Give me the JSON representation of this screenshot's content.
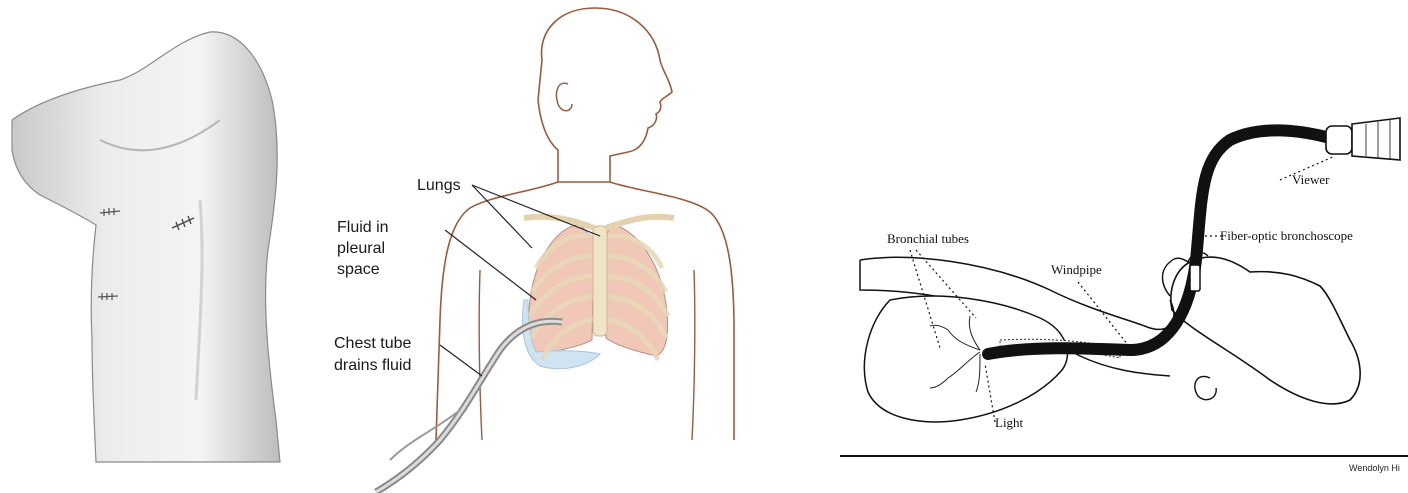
{
  "chest_panel": {
    "labels": {
      "lungs": "Lungs",
      "fluid_line1": "Fluid in",
      "fluid_line2": "pleural",
      "fluid_line3": "space",
      "tube_line1": "Chest tube",
      "tube_line2": "drains fluid"
    },
    "colors": {
      "outline": "#9c5a3c",
      "lung_fill": "#f1c7b8",
      "fluid_fill": "#cfe3f2",
      "bone": "#efe4c8"
    }
  },
  "bronchoscopy_panel": {
    "labels": {
      "viewer": "Viewer",
      "bronchoscope": "Fiber-optic bronchoscope",
      "bronchial_tubes": "Bronchial tubes",
      "windpipe": "Windpipe",
      "light": "Light"
    },
    "credit": "Wendolyn Hi"
  }
}
